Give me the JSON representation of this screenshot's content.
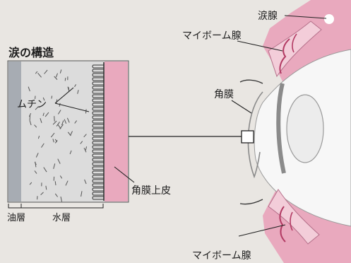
{
  "diagram": {
    "title": "涙の構造",
    "labels": {
      "tear_gland": "涙腺",
      "meibomian_top": "マイボーム腺",
      "cornea": "角膜",
      "mucin": "ムチン",
      "corneal_epithelium": "角膜上皮",
      "oil_layer": "油層",
      "water_layer": "水層",
      "meibomian_bottom": "マイボーム腺"
    }
  },
  "colors": {
    "background": "#e9e6e2",
    "pink": "#e9a9be",
    "pink_light": "#f3cdd9",
    "oil_layer": "#a7acb3",
    "water_layer": "#dcdcdc",
    "eye_white": "#f7f7f7",
    "line": "#1e1e1e"
  }
}
